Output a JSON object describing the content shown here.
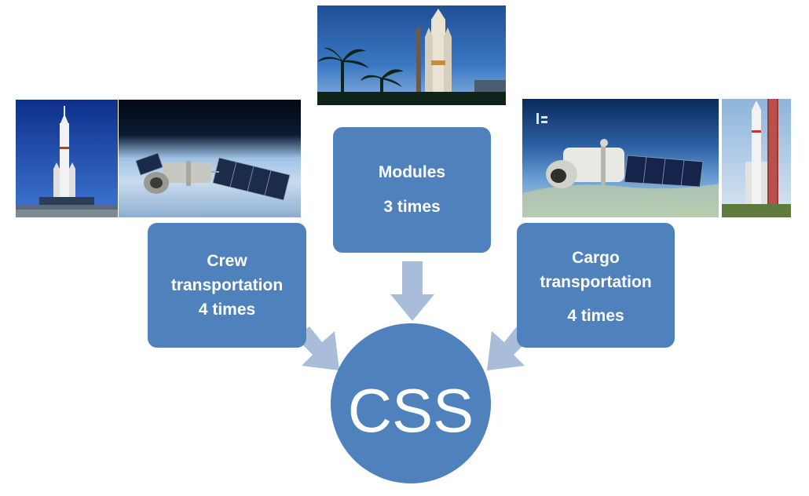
{
  "diagram": {
    "hub": {
      "label": "CSS"
    },
    "sources": [
      {
        "id": "modules",
        "lines": [
          "Modules",
          "3 times"
        ]
      },
      {
        "id": "crew",
        "lines": [
          "Crew",
          "transportation",
          "4 times"
        ]
      },
      {
        "id": "cargo",
        "lines": [
          "Cargo",
          "transportation",
          "4 times"
        ]
      }
    ]
  },
  "colors": {
    "node_fill": "#4f81bd",
    "node_text": "#ffffff",
    "arrow_fill": "#a9bcd9"
  },
  "images": [
    {
      "name": "rocket-launch-palms-photo",
      "depicts": "heavy rocket on launch pad with palm trees"
    },
    {
      "name": "crew-rocket-photo",
      "depicts": "crewed launch rocket on pad, blue sky"
    },
    {
      "name": "spacecraft-orbit-photo",
      "depicts": "spacecraft with solar panels above Earth"
    },
    {
      "name": "space-station-photo",
      "depicts": "space station module with solar panels over Earth"
    },
    {
      "name": "cargo-rocket-photo",
      "depicts": "cargo launch rocket with service tower"
    }
  ]
}
